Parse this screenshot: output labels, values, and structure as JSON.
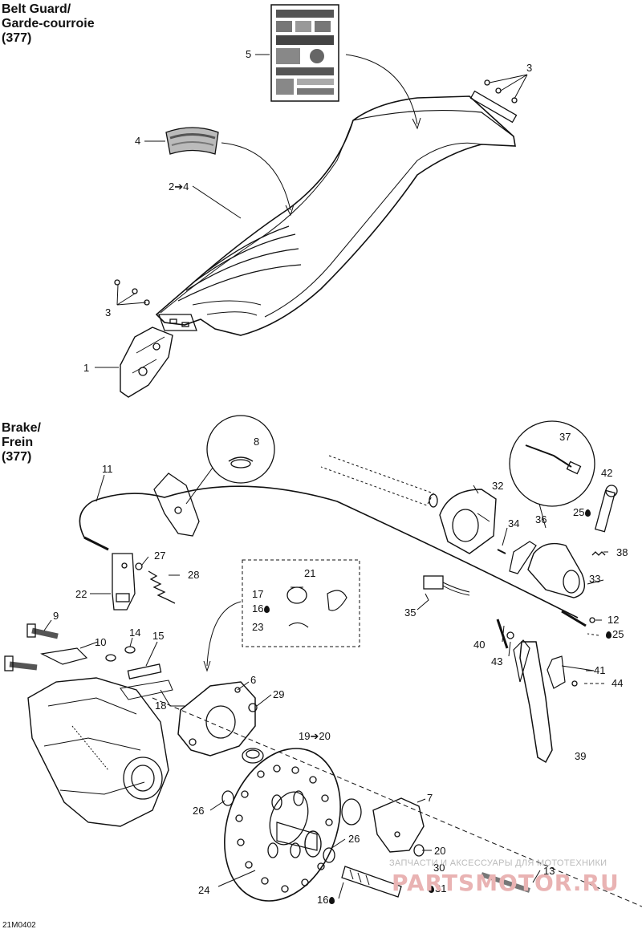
{
  "sections": {
    "belt_guard": "Belt Guard/\nGarde-courroie\n(377)",
    "brake": "Brake/\nFrein\n(377)"
  },
  "callouts": {
    "c1": "1",
    "c2": "2➔4",
    "c3a": "3",
    "c3b": "3",
    "c4": "4",
    "c5": "5",
    "c6": "6",
    "c7": "7",
    "c8": "8",
    "c9": "9",
    "c10": "10",
    "c11": "11",
    "c12": "12",
    "c13": "13",
    "c14": "14",
    "c15": "15",
    "c16a": "16",
    "c16b": "16",
    "c17": "17",
    "c18": "18",
    "c19": "19➔20",
    "c20": "20",
    "c21": "21",
    "c22": "22",
    "c23": "23",
    "c24": "24",
    "c25a": "25",
    "c25b": "25",
    "c26a": "26",
    "c26b": "26",
    "c27": "27",
    "c28": "28",
    "c29": "29",
    "c30": "30",
    "c31": "31",
    "c32": "32",
    "c33": "33",
    "c34": "34",
    "c35": "35",
    "c36": "36",
    "c37": "37",
    "c38": "38",
    "c39": "39",
    "c40": "40",
    "c41": "41",
    "c42": "42",
    "c43": "43",
    "c44": "44"
  },
  "footer": {
    "code": "21M0402"
  },
  "watermark": {
    "line1": "ЗАПЧАСТИ И АКСЕССУАРЫ ДЛЯ МОТОТЕХНИКИ",
    "line2": "PARTSMOTOR.RU"
  }
}
